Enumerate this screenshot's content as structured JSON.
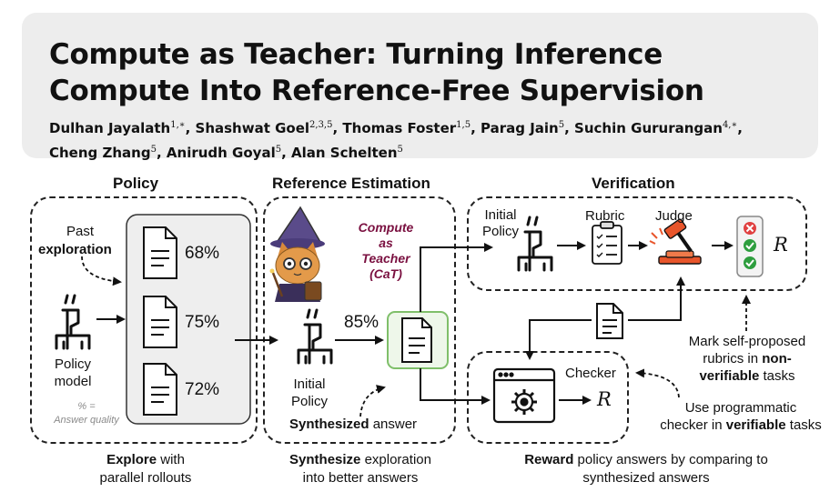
{
  "paper": {
    "title_line1": "Compute as Teacher: Turning Inference",
    "title_line2": "Compute Into Reference-Free Supervision",
    "authors": [
      {
        "name": "Dulhan Jayalath",
        "aff": "1,∗"
      },
      {
        "name": "Shashwat Goel",
        "aff": "2,3,5"
      },
      {
        "name": "Thomas Foster",
        "aff": "1,5"
      },
      {
        "name": "Parag Jain",
        "aff": "5"
      },
      {
        "name": "Suchin Gururangan",
        "aff": "4,∗"
      },
      {
        "name": "Cheng Zhang",
        "aff": "5"
      },
      {
        "name": "Anirudh Goyal",
        "aff": "5"
      },
      {
        "name": "Alan Schelten",
        "aff": "5"
      }
    ]
  },
  "figure": {
    "policy": {
      "heading": "Policy",
      "past": "Past",
      "exploration": "exploration",
      "model_line1": "Policy",
      "model_line2": "model",
      "rollouts": [
        "68%",
        "75%",
        "72%"
      ],
      "legend_line1": "% =",
      "legend_line2": "Answer quality",
      "caption_bold": "Explore",
      "caption_rest": " with",
      "caption_line2": "parallel rollouts"
    },
    "reference": {
      "heading": "Reference Estimation",
      "cat_line1": "Compute",
      "cat_line2": "as",
      "cat_line3": "Teacher",
      "cat_line4": "(CaT)",
      "initial_line1": "Initial",
      "initial_line2": "Policy",
      "score": "85%",
      "synth_bold": "Synthesized",
      "synth_rest": " answer",
      "caption_bold": "Synthesize",
      "caption_rest": " exploration",
      "caption_line2": "into better answers"
    },
    "verification": {
      "heading": "Verification",
      "initial_line1": "Initial",
      "initial_line2": "Policy",
      "rubric": "Rubric",
      "judge": "Judge",
      "reward_symbol": "R",
      "checker": "Checker",
      "checker_reward": "R",
      "note1_line1": "Mark self-proposed",
      "note1_line2a": "rubrics in ",
      "note1_bold2": "non-",
      "note1_bold3": "verifiable",
      "note1_line3": " tasks",
      "note2_line1": "Use programmatic",
      "note2_line2a": "checker in ",
      "note2_bold": "verifiable",
      "note2_line2b": " tasks",
      "caption_bold": "Reward",
      "caption_rest": " policy answers by comparing to",
      "caption_line2": "synthesized answers"
    }
  },
  "colors": {
    "header_bg": "#ededed",
    "cat_text": "#7a1040",
    "synth_border": "#7fbf6a",
    "judge_orange": "#e8552b",
    "check_green": "#2e9e3e",
    "cross_red": "#e04040"
  }
}
